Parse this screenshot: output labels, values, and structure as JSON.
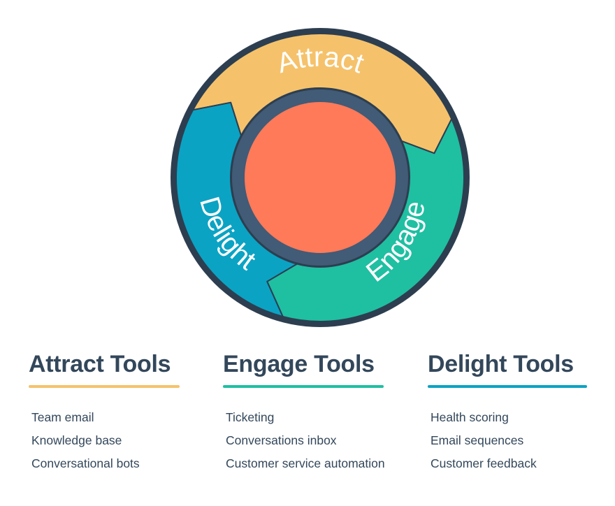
{
  "flywheel": {
    "stages": [
      {
        "label": "Attract",
        "color": "#f5c26b"
      },
      {
        "label": "Engage",
        "color": "#1fbfa2"
      },
      {
        "label": "Delight",
        "color": "#0ba3c4"
      }
    ],
    "outline_color": "#2d3e50",
    "ring_color": "#425b76",
    "center_color": "#ff7a59"
  },
  "columns": [
    {
      "title": "Attract Tools",
      "accent": "#f5c26b",
      "items": [
        "Team email",
        "Knowledge base",
        "Conversational bots"
      ]
    },
    {
      "title": "Engage Tools",
      "accent": "#1fbfa2",
      "items": [
        "Ticketing",
        "Conversations inbox",
        "Customer service automation"
      ]
    },
    {
      "title": "Delight Tools",
      "accent": "#0ba3c4",
      "items": [
        "Health scoring",
        "Email sequences",
        "Customer feedback"
      ]
    }
  ]
}
